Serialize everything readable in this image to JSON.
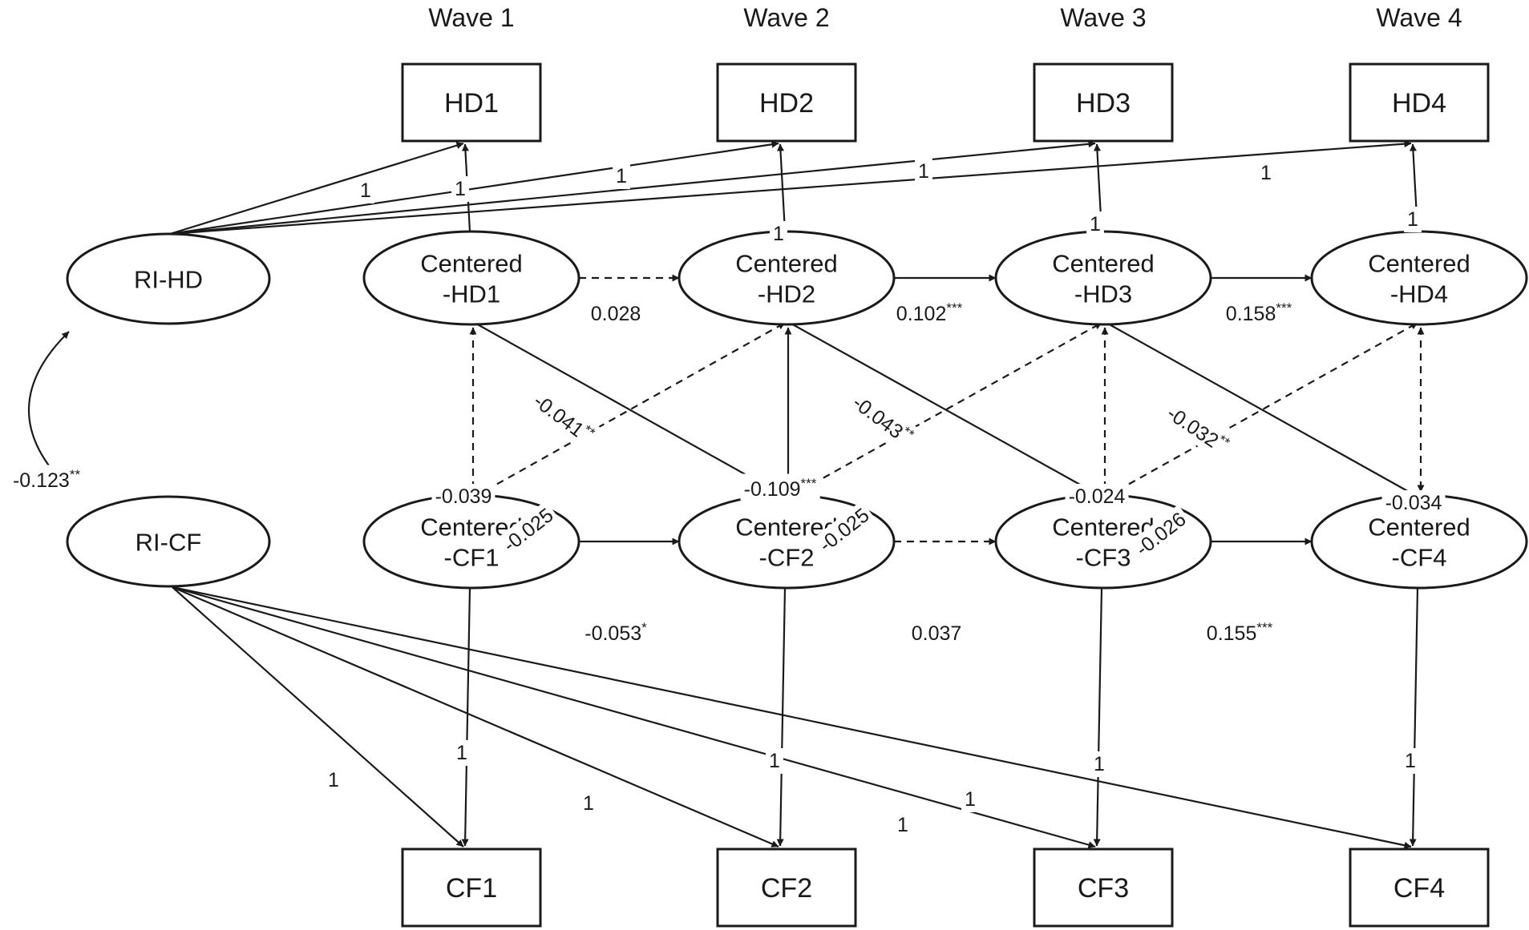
{
  "waves": [
    "Wave 1",
    "Wave 2",
    "Wave 3",
    "Wave 4"
  ],
  "hd_boxes": [
    "HD1",
    "HD2",
    "HD3",
    "HD4"
  ],
  "cf_boxes": [
    "CF1",
    "CF2",
    "CF3",
    "CF4"
  ],
  "intercepts": {
    "hd": "RI-HD",
    "cf": "RI-CF"
  },
  "centered_hd": [
    [
      "Centered",
      "-HD1"
    ],
    [
      "Centered",
      "-HD2"
    ],
    [
      "Centered",
      "-HD3"
    ],
    [
      "Centered",
      "-HD4"
    ]
  ],
  "centered_cf": [
    [
      "Centered",
      "-CF1"
    ],
    [
      "Centered",
      "-CF2"
    ],
    [
      "Centered",
      "-CF3"
    ],
    [
      "Centered",
      "-CF4"
    ]
  ],
  "ri_covariance": {
    "value": "-0.123",
    "sig": "**"
  },
  "loadings": {
    "ri_hd": [
      "1",
      "1",
      "1",
      "1"
    ],
    "ri_cf": [
      "1",
      "1",
      "1",
      "1"
    ],
    "centered_hd": [
      "1",
      "1",
      "1",
      "1"
    ],
    "centered_cf": [
      "1",
      "1",
      "1",
      "1"
    ]
  },
  "autoregressive_hd": [
    {
      "value": "0.028",
      "sig": "",
      "significant": false
    },
    {
      "value": "0.102",
      "sig": "***",
      "significant": true
    },
    {
      "value": "0.158",
      "sig": "***",
      "significant": true
    }
  ],
  "autoregressive_cf": [
    {
      "value": "-0.053",
      "sig": "*",
      "significant": true
    },
    {
      "value": "0.037",
      "sig": "",
      "significant": false
    },
    {
      "value": "0.155",
      "sig": "***",
      "significant": true
    }
  ],
  "within_covariance": [
    {
      "value": "-0.039",
      "sig": "",
      "significant": false
    },
    {
      "value": "-0.109",
      "sig": "***",
      "significant": true
    },
    {
      "value": "-0.024",
      "sig": "",
      "significant": false
    },
    {
      "value": "-0.034",
      "sig": "",
      "significant": false
    }
  ],
  "cross_hd_to_cf": [
    {
      "value": "-0.041",
      "sig": "**",
      "significant": true
    },
    {
      "value": "-0.043",
      "sig": "**",
      "significant": true
    },
    {
      "value": "-0.032",
      "sig": "**",
      "significant": true
    }
  ],
  "cross_cf_to_hd": [
    {
      "value": "-0.025",
      "sig": "",
      "significant": false
    },
    {
      "value": "-0.025",
      "sig": "",
      "significant": false
    },
    {
      "value": "-0.026",
      "sig": "",
      "significant": false
    }
  ]
}
